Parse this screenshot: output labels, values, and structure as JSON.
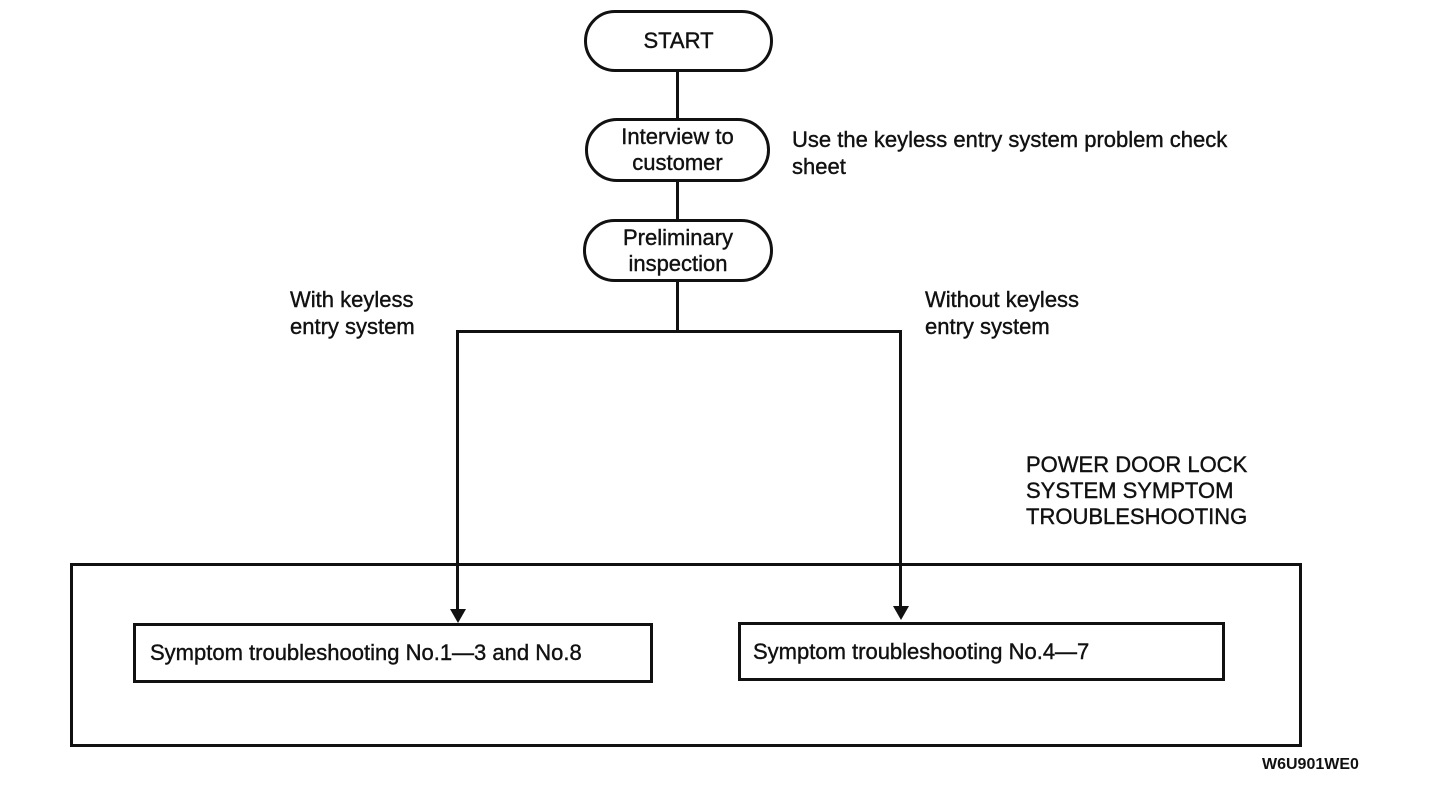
{
  "flowchart": {
    "nodes": {
      "start": "START",
      "interview": "Interview to customer",
      "preliminary": "Preliminary inspection"
    },
    "notes": {
      "interview_note": "Use the keyless entry system problem check sheet",
      "right_annotation": "POWER DOOR LOCK SYSTEM SYMPTOM TROUBLESHOOTING"
    },
    "branches": {
      "left_label": "With keyless entry system",
      "right_label": "Without keyless entry system"
    },
    "outcomes": {
      "left": "Symptom troubleshooting No.1—3 and No.8",
      "right": "Symptom troubleshooting No.4—7"
    },
    "figure_code": "W6U901WE0",
    "colors": {
      "ink": "#111111",
      "paper": "#ffffff"
    }
  }
}
